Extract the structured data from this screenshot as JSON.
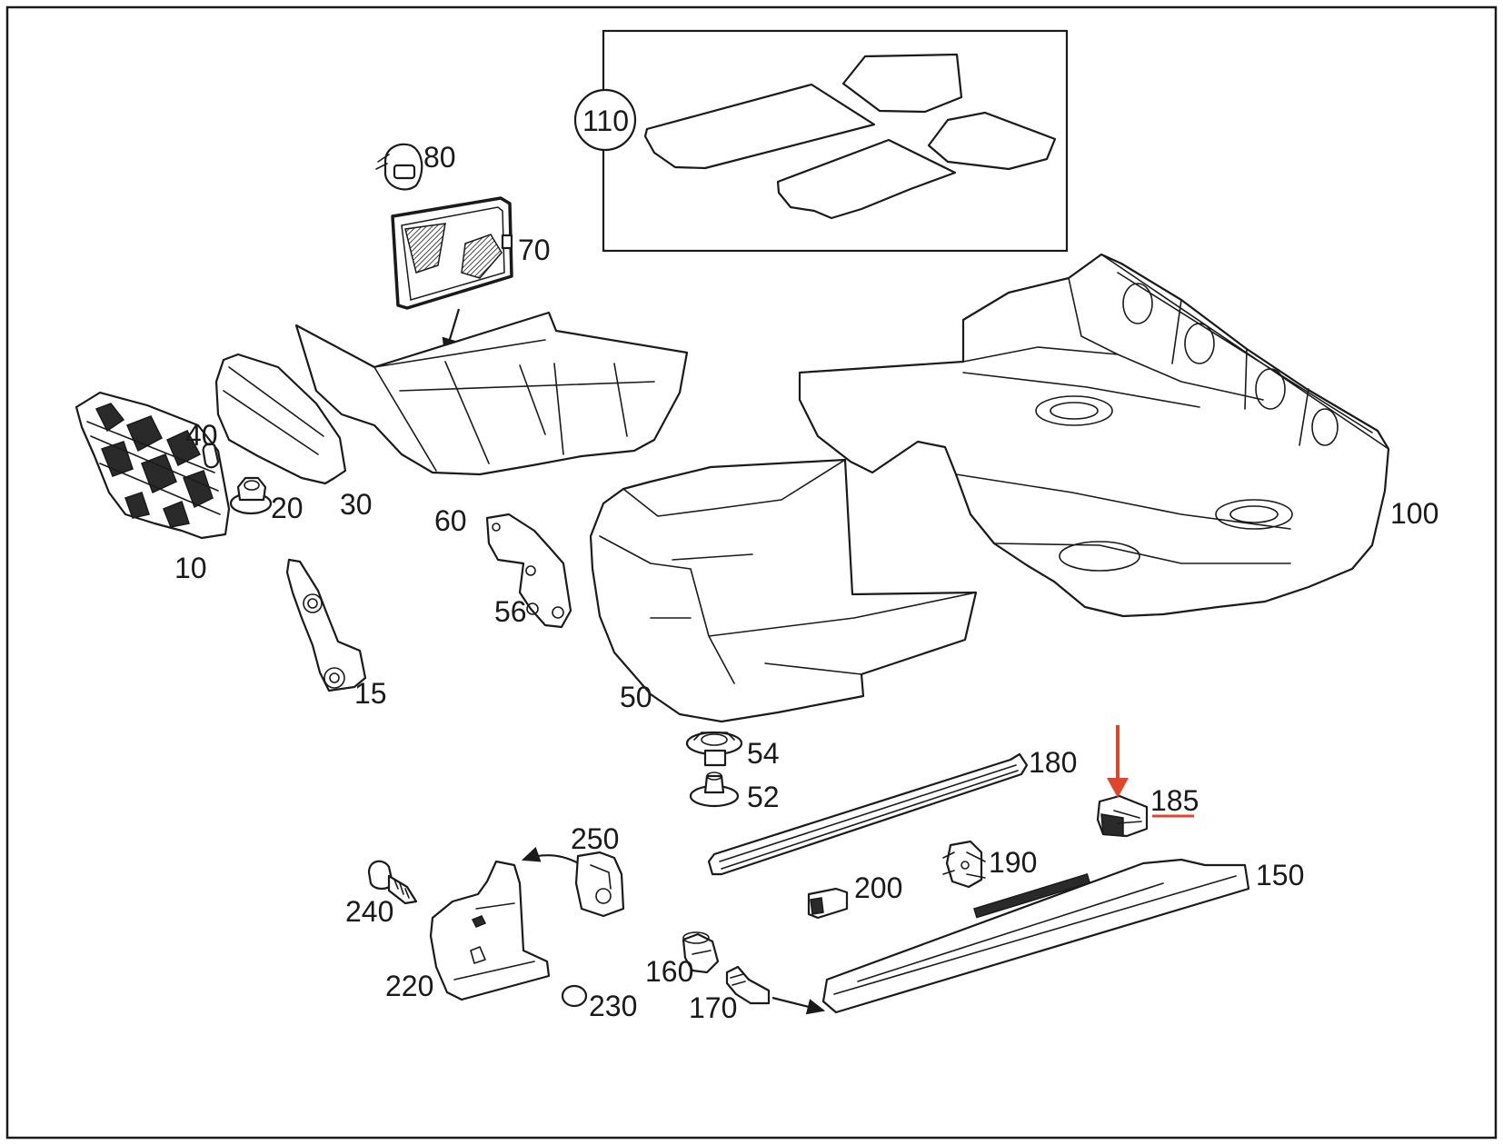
{
  "diagram": {
    "parts": [
      {
        "id": "p10",
        "number": "10"
      },
      {
        "id": "p15",
        "number": "15"
      },
      {
        "id": "p20",
        "number": "20"
      },
      {
        "id": "p30",
        "number": "30"
      },
      {
        "id": "p40",
        "number": "40"
      },
      {
        "id": "p50",
        "number": "50"
      },
      {
        "id": "p52",
        "number": "52"
      },
      {
        "id": "p54",
        "number": "54"
      },
      {
        "id": "p56",
        "number": "56"
      },
      {
        "id": "p60",
        "number": "60"
      },
      {
        "id": "p70",
        "number": "70"
      },
      {
        "id": "p80",
        "number": "80"
      },
      {
        "id": "p100",
        "number": "100"
      },
      {
        "id": "p110",
        "number": "110"
      },
      {
        "id": "p150",
        "number": "150"
      },
      {
        "id": "p160",
        "number": "160"
      },
      {
        "id": "p170",
        "number": "170"
      },
      {
        "id": "p180",
        "number": "180"
      },
      {
        "id": "p185",
        "number": "185"
      },
      {
        "id": "p190",
        "number": "190"
      },
      {
        "id": "p200",
        "number": "200"
      },
      {
        "id": "p220",
        "number": "220"
      },
      {
        "id": "p230",
        "number": "230"
      },
      {
        "id": "p240",
        "number": "240"
      },
      {
        "id": "p250",
        "number": "250"
      }
    ],
    "highlight": {
      "part": "185",
      "color": "#e0452c"
    },
    "colors": {
      "line": "#1a1a1a",
      "background": "#ffffff"
    }
  }
}
